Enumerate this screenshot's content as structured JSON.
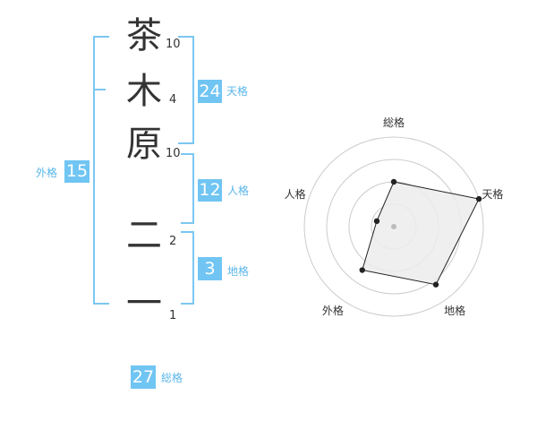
{
  "name": {
    "chars": [
      {
        "char": "茶",
        "strokes": "10"
      },
      {
        "char": "木",
        "strokes": "4"
      },
      {
        "char": "原",
        "strokes": "10"
      },
      {
        "char": "二",
        "strokes": "2"
      },
      {
        "char": "一",
        "strokes": "1"
      }
    ]
  },
  "kakusu": {
    "tenkaku": {
      "value": "24",
      "label": "天格"
    },
    "jinkaku": {
      "value": "12",
      "label": "人格"
    },
    "chikaku": {
      "value": "3",
      "label": "地格"
    },
    "gaikaku": {
      "value": "15",
      "label": "外格"
    },
    "soukaku": {
      "value": "27",
      "label": "総格"
    }
  },
  "chart_data": {
    "type": "radar",
    "axes": [
      "総格",
      "天格",
      "地格",
      "外格",
      "人格"
    ],
    "values": [
      2.5,
      5,
      4,
      3,
      1
    ],
    "max": 5,
    "rings": 4,
    "colors": {
      "fill": "#ececec",
      "stroke": "#222222",
      "ring": "#cccccc",
      "center": "#bbbbbb"
    }
  }
}
